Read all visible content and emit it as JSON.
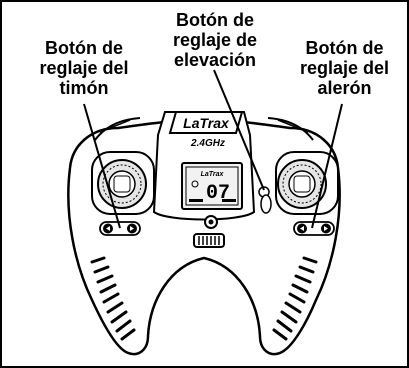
{
  "callouts": {
    "rudder_trim": {
      "line1": "Botón de",
      "line2": "reglaje del",
      "line3": "timón"
    },
    "elevator_trim": {
      "line1": "Botón de",
      "line2": "reglaje de",
      "line3": "elevación"
    },
    "aileron_trim": {
      "line1": "Botón de",
      "line2": "reglaje del",
      "line3": "alerón"
    }
  },
  "transmitter": {
    "brand": "LaTrax",
    "band": "2.4GHz",
    "lcd_number": "07",
    "lcd_brand": "LaTrax"
  },
  "colors": {
    "ink": "#000000",
    "body": "#ffffff",
    "stick_fill": "#e6e6e6",
    "lcd": "#f2f2f2"
  }
}
